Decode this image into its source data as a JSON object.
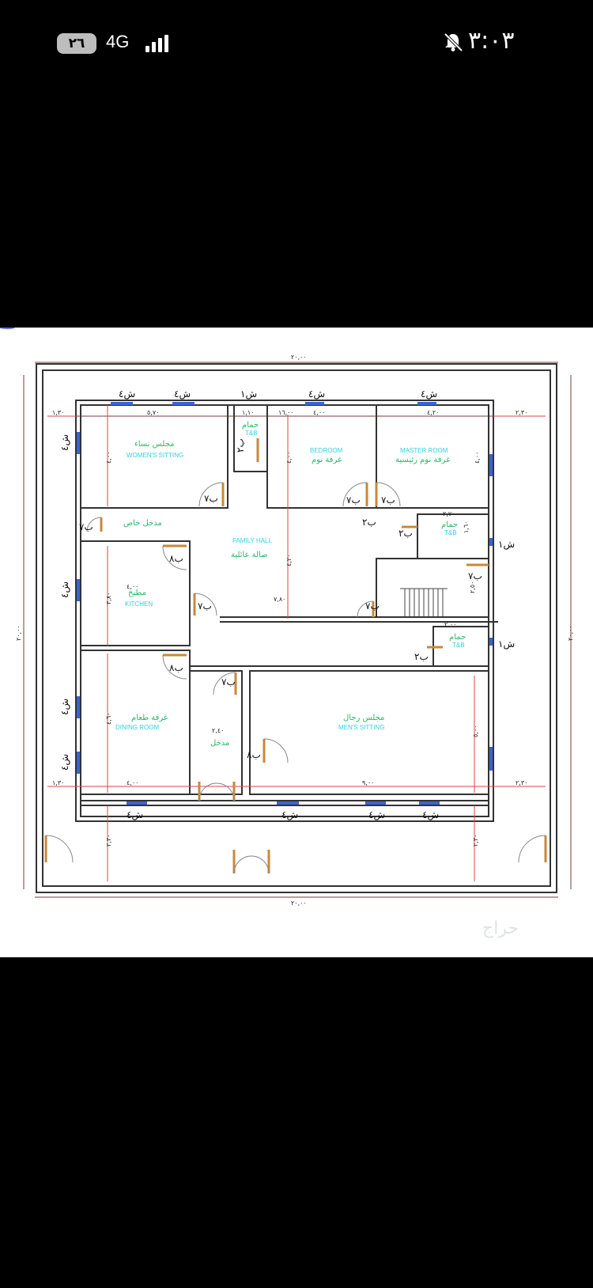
{
  "status_bar": {
    "battery": "٢٦",
    "network": "4G",
    "time": "٣:٠٣"
  },
  "plan": {
    "overall_dims": {
      "top": "٢٠,٠٠",
      "bottom": "٢٠,٠٠",
      "left": "٢٠,٠٠",
      "right": "٢٠,٠٠",
      "inner_top": "١٦,٠٠"
    },
    "rooms": [
      {
        "key": "women",
        "ar": "مجلس نساء",
        "en": "WOMEN'S SITTING"
      },
      {
        "key": "bath1",
        "ar": "حمام",
        "en": "T&B"
      },
      {
        "key": "bedroom",
        "ar": "غرفة نوم",
        "en": "BEDROOM"
      },
      {
        "key": "master",
        "ar": "غرفة نوم رئيسية",
        "en": "MASTER ROOM"
      },
      {
        "key": "bath2",
        "ar": "حمام",
        "en": "T&B"
      },
      {
        "key": "family",
        "ar": "صالة عائلية",
        "en": "FAMILY HALL"
      },
      {
        "key": "kitchen",
        "ar": "مطبخ",
        "en": "KITCHEN"
      },
      {
        "key": "bath3",
        "ar": "حمام",
        "en": "T&B"
      },
      {
        "key": "dining",
        "ar": "غرفة طعام",
        "en": "DINING ROOM"
      },
      {
        "key": "men",
        "ar": "مجلس رجال",
        "en": "MEN'S SITTING"
      },
      {
        "key": "entry",
        "ar": "مدخل",
        "en": ""
      },
      {
        "key": "private",
        "ar": "مدخل خاص",
        "en": ""
      }
    ],
    "dims": {
      "women_w": "٥,٧٠",
      "bath1_w": "١,١٠",
      "bed_w": "٤,٠٠",
      "master_w": "٤,٢٠",
      "left_setback": "١,٣٠",
      "right_setback": "٢,٣٠",
      "women_h": "٤,٠٠",
      "bed_h": "٤,٠٠",
      "master_h": "٤,٠٠",
      "bath2_w": "٢,٧٠",
      "bath2_h": "١,٦٠",
      "family_w": "٧,٨٠",
      "family_h": "٤,٢٠",
      "kitchen_w": "٤,٠٠",
      "kitchen_h": "٣,٨٠",
      "dining_w": "٤,٠٠",
      "dining_h": "٤,٦٠",
      "entry_w": "٢,٤٠",
      "men_w": "٩,٠٠",
      "men_h": "٥,٠٠",
      "bath3_w": "٢,٠٠",
      "bottom_left": "٢,٣٠",
      "bottom_right": "٢,٣٠",
      "stair_dim": "٢,٥٠"
    },
    "windows": {
      "w4": "ش٤",
      "w1": "ش١"
    },
    "doors": {
      "d8": "ب٨",
      "d7": "ب٧",
      "d2": "ب٢"
    },
    "watermark": "حراج"
  }
}
